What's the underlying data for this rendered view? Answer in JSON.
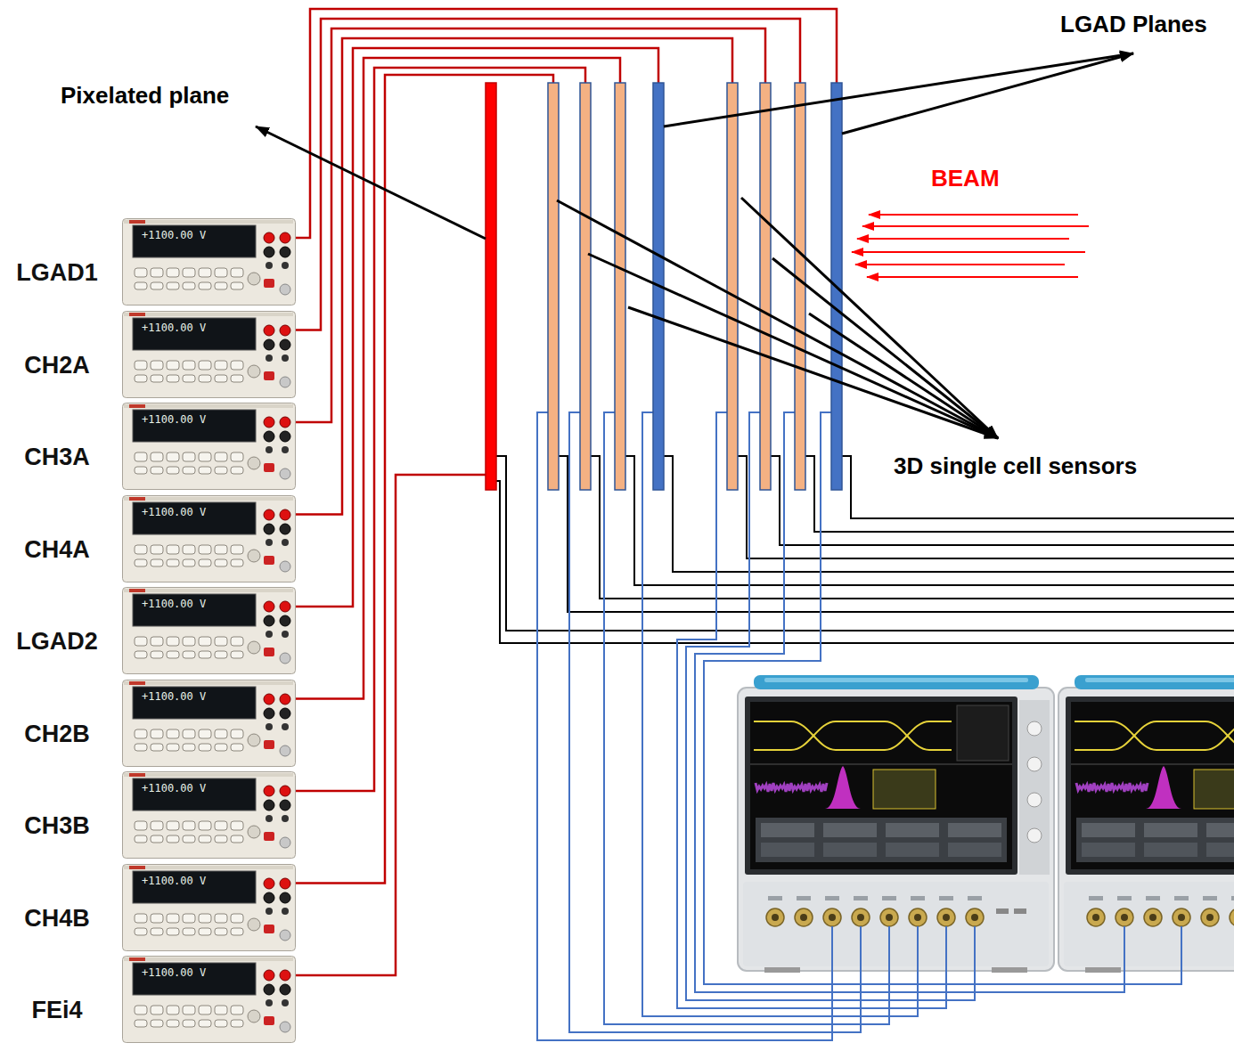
{
  "diagram": {
    "nodes": [
      {
        "text": [
          "LGAD1",
          "+1100.00 V"
        ]
      },
      {
        "text": [
          "CH2A",
          "+1100.00 V"
        ]
      },
      {
        "text": [
          "CH3A",
          "+1100.00 V"
        ]
      },
      {
        "text": [
          "CH4A",
          "+1100.00 V"
        ]
      },
      {
        "text": [
          "LGAD2",
          "+1100.00 V"
        ]
      },
      {
        "text": [
          "CH2B",
          "+1100.00 V"
        ]
      },
      {
        "text": [
          "CH3B",
          "+1100.00 V"
        ]
      },
      {
        "text": [
          "CH4B",
          "+1100.00 V"
        ]
      },
      {
        "text": [
          "FEi4",
          "+1100.00 V"
        ]
      }
    ],
    "labels": [
      "LGAD Planes",
      "Pixelated plane",
      "BEAM",
      "3D single cell sensors"
    ]
  }
}
